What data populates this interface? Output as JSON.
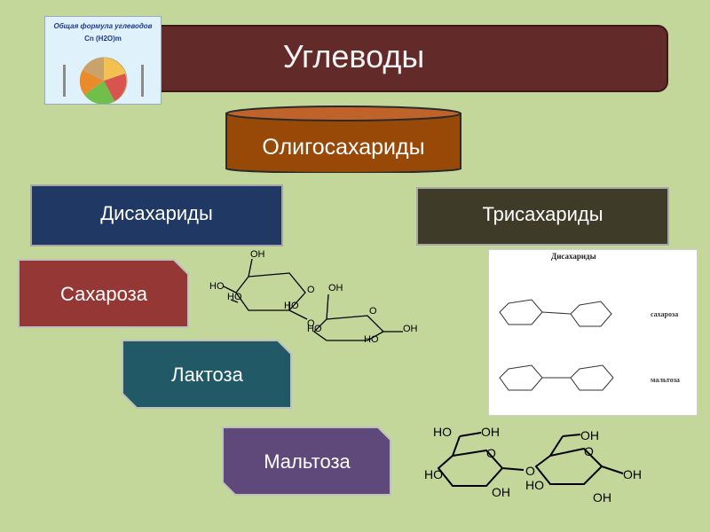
{
  "title": "Углеводы",
  "thumbnail": {
    "title": "Общая формула углеводов",
    "formula": "Cn (H2O)m"
  },
  "oligosaccharides": "Олигосахариды",
  "disaccharides": "Дисахариды",
  "trisaccharides": "Трисахариды",
  "sucrose": "Сахароза",
  "lactose": "Лактоза",
  "maltose": "Мальтоза",
  "structure_labels": {
    "oh": "OH",
    "ho": "HO",
    "o": "O"
  },
  "scheme": {
    "title": "Дисахариды",
    "sucrose": "сахароза",
    "maltose": "мальтоза"
  },
  "colors": {
    "background": "#c4d79b",
    "title_bar": "#632a2a",
    "oligo_drum": "#984807",
    "disaccharides": "#1f3864",
    "trisaccharides": "#3e3b28",
    "sucrose": "#953735",
    "lactose": "#215967",
    "maltose": "#5f497a"
  }
}
